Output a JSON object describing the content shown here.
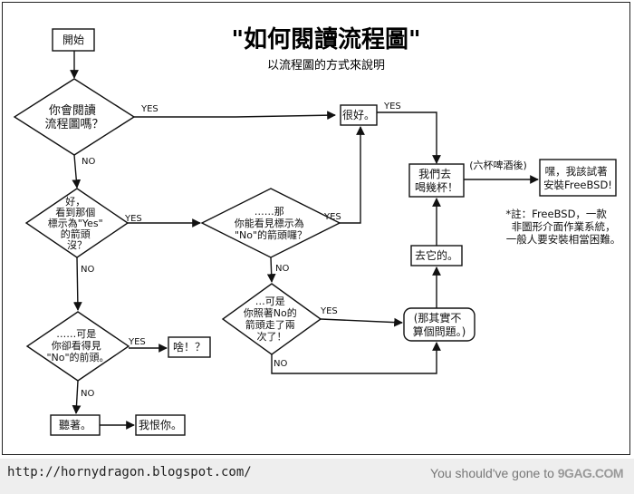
{
  "title": "\"如何閱讀流程圖\"",
  "subtitle": "以流程圖的方式來說明",
  "nodes": {
    "start": "開始",
    "q1": [
      "你會閱讀",
      "流程圖嗎？"
    ],
    "okay": "很好。",
    "drink": [
      "我們去",
      "喝幾杯！"
    ],
    "six_beers": "(六杯啤酒後)",
    "freebsd": [
      "嘿，我該試著",
      "安裝FreeBSD!"
    ],
    "note": [
      "*註：FreeBSD，一款",
      "非圖形介面作業系統，",
      "一般人要安裝相當困難。"
    ],
    "q2": [
      "好，",
      "看到那個",
      "標示為\"Yes\"",
      "的箭頭",
      "沒？"
    ],
    "q3": [
      "……那",
      "你能看見標示為",
      "\"No\"的箭頭囉？"
    ],
    "q4": [
      "……可是",
      "你卻看得見",
      "\"No\"的前頭。"
    ],
    "what": "啥！？",
    "q5": [
      "…可是",
      "你照著No的",
      "箭頭走了兩",
      "次了！"
    ],
    "not_really": [
      "(那其實不",
      "算個問題。)"
    ],
    "screw_it": "去它的。",
    "listen": "聽著。",
    "hate": "我恨你。"
  },
  "labels": {
    "yes": "YES",
    "no": "NO"
  },
  "footer": {
    "url": "http://hornydragon.blogspot.com/",
    "credit": "You should've gone to",
    "brand": "9GAG.COM"
  }
}
